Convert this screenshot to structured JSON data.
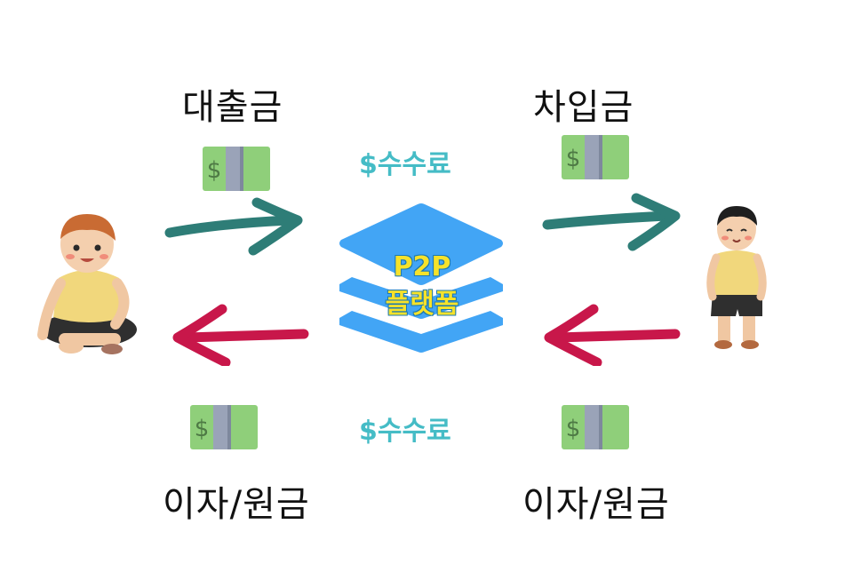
{
  "labels": {
    "loan": "대출금",
    "borrowing": "차입금",
    "interest_left": "이자/원금",
    "interest_right": "이자/원금"
  },
  "fees": {
    "top": "$수수료",
    "bottom": "$수수료"
  },
  "platform": {
    "line1": "P2P",
    "line2": "플랫폼"
  },
  "bill_symbol": "$",
  "colors": {
    "forward_arrow": "#2e7d77",
    "return_arrow": "#c8174a",
    "fee_text": "#45bcc6",
    "platform_blue": "#42a5f5",
    "platform_text": "#f6e22a",
    "bill_green": "#8fcf7a",
    "bill_band": "#9aa3b8"
  },
  "icons": [
    "lender-person-icon",
    "borrower-person-icon",
    "money-bill-icon",
    "layers-icon",
    "arrow-right-icon",
    "arrow-left-icon"
  ]
}
